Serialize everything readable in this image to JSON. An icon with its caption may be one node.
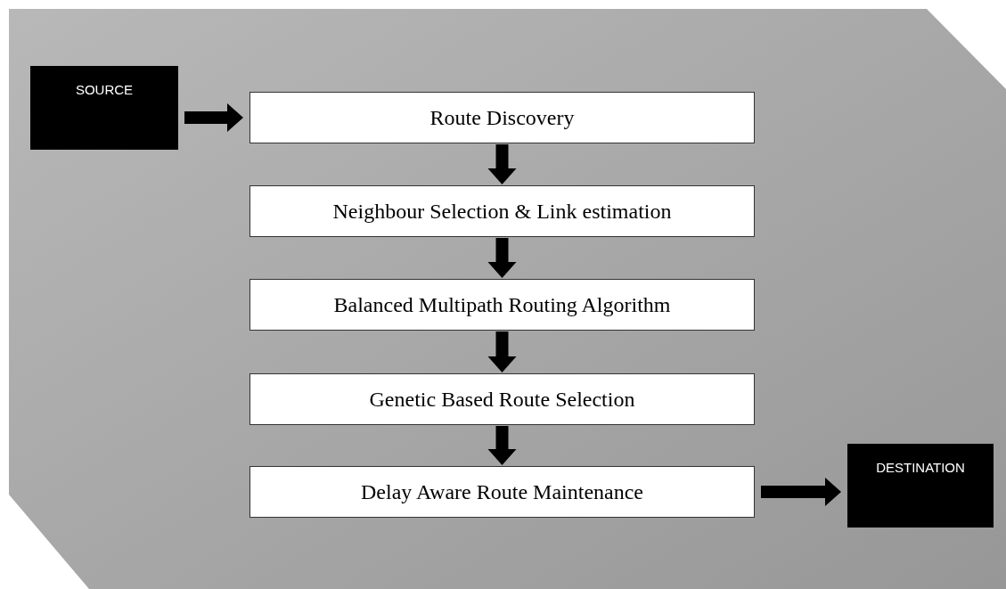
{
  "diagram": {
    "nodes": [
      {
        "text": [
          "SOURCE"
        ]
      },
      {
        "text": [
          "Route Discovery"
        ]
      },
      {
        "text": [
          "Neighbour Selection & Link estimation"
        ]
      },
      {
        "text": [
          "Balanced Multipath Routing Algorithm"
        ]
      },
      {
        "text": [
          "Genetic Based Route Selection"
        ]
      },
      {
        "text": [
          "Delay Aware Route Maintenance"
        ]
      },
      {
        "text": [
          "DESTINATION"
        ]
      }
    ],
    "edges": [
      {
        "from": 0,
        "to": 1,
        "arrow": "to"
      },
      {
        "from": 1,
        "to": 2,
        "arrow": "to"
      },
      {
        "from": 2,
        "to": 3,
        "arrow": "to"
      },
      {
        "from": 3,
        "to": 4,
        "arrow": "to"
      },
      {
        "from": 4,
        "to": 5,
        "arrow": "to"
      },
      {
        "from": 5,
        "to": 6,
        "arrow": "to"
      }
    ]
  }
}
